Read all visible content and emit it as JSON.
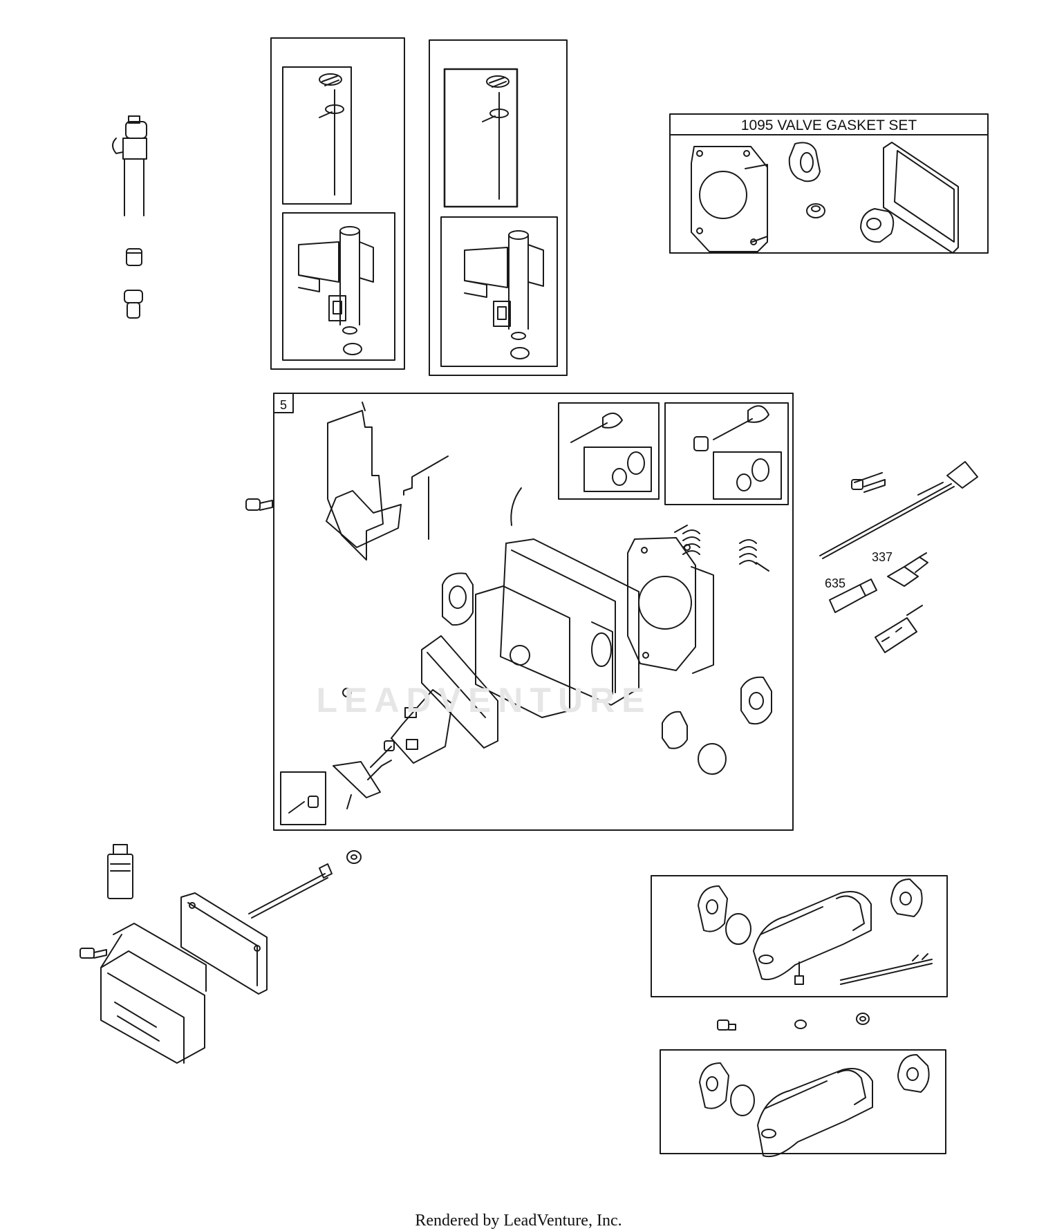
{
  "diagram": {
    "kit_title": "1095 VALVE GASKET SET",
    "callouts": {
      "ref_5": "5",
      "ref_337": "337",
      "ref_635": "635"
    },
    "watermark": "LEADVENTURE",
    "footer": "Rendered by LeadVenture, Inc."
  },
  "colors": {
    "line": "#1a1a1a",
    "watermark": "#e6e6e6",
    "background": "#ffffff"
  }
}
